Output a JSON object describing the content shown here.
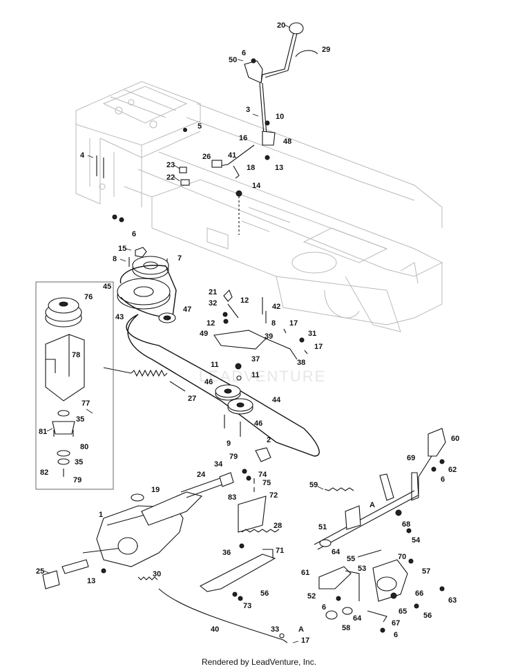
{
  "footer_text": "Rendered by LeadVenture, Inc.",
  "watermark_text": "LEADVENTURE",
  "callouts": [
    {
      "id": "c20",
      "label": "20"
    },
    {
      "id": "c29",
      "label": "29"
    },
    {
      "id": "c6a",
      "label": "6"
    },
    {
      "id": "c50",
      "label": "50"
    },
    {
      "id": "c3",
      "label": "3"
    },
    {
      "id": "c10",
      "label": "10"
    },
    {
      "id": "c5",
      "label": "5"
    },
    {
      "id": "c16",
      "label": "16"
    },
    {
      "id": "c48",
      "label": "48"
    },
    {
      "id": "c4",
      "label": "4"
    },
    {
      "id": "c26",
      "label": "26"
    },
    {
      "id": "c41",
      "label": "41"
    },
    {
      "id": "c13a",
      "label": "13"
    },
    {
      "id": "c23",
      "label": "23"
    },
    {
      "id": "c18",
      "label": "18"
    },
    {
      "id": "c22",
      "label": "22"
    },
    {
      "id": "c14",
      "label": "14"
    },
    {
      "id": "c6b",
      "label": "6"
    },
    {
      "id": "c15",
      "label": "15"
    },
    {
      "id": "c8a",
      "label": "8"
    },
    {
      "id": "c7",
      "label": "7"
    },
    {
      "id": "c45",
      "label": "45"
    },
    {
      "id": "c76",
      "label": "76"
    },
    {
      "id": "c21",
      "label": "21"
    },
    {
      "id": "c32",
      "label": "32"
    },
    {
      "id": "c12a",
      "label": "12"
    },
    {
      "id": "c42",
      "label": "42"
    },
    {
      "id": "c43",
      "label": "43"
    },
    {
      "id": "c47",
      "label": "47"
    },
    {
      "id": "c12b",
      "label": "12"
    },
    {
      "id": "c8b",
      "label": "8"
    },
    {
      "id": "c17a",
      "label": "17"
    },
    {
      "id": "c49",
      "label": "49"
    },
    {
      "id": "c39",
      "label": "39"
    },
    {
      "id": "c31",
      "label": "31"
    },
    {
      "id": "c78",
      "label": "78"
    },
    {
      "id": "c17b",
      "label": "17"
    },
    {
      "id": "c37",
      "label": "37"
    },
    {
      "id": "c38",
      "label": "38"
    },
    {
      "id": "c11a",
      "label": "11"
    },
    {
      "id": "c11b",
      "label": "11"
    },
    {
      "id": "c46a",
      "label": "46"
    },
    {
      "id": "c77",
      "label": "77"
    },
    {
      "id": "c27",
      "label": "27"
    },
    {
      "id": "c44",
      "label": "44"
    },
    {
      "id": "c35a",
      "label": "35"
    },
    {
      "id": "c46b",
      "label": "46"
    },
    {
      "id": "c81",
      "label": "81"
    },
    {
      "id": "c80",
      "label": "80"
    },
    {
      "id": "c9",
      "label": "9"
    },
    {
      "id": "c2",
      "label": "2"
    },
    {
      "id": "c60",
      "label": "60"
    },
    {
      "id": "c35b",
      "label": "35"
    },
    {
      "id": "c82",
      "label": "82"
    },
    {
      "id": "c79a",
      "label": "79"
    },
    {
      "id": "c34",
      "label": "34"
    },
    {
      "id": "c79b",
      "label": "79"
    },
    {
      "id": "c74",
      "label": "74"
    },
    {
      "id": "c69",
      "label": "69"
    },
    {
      "id": "c62",
      "label": "62"
    },
    {
      "id": "c24",
      "label": "24"
    },
    {
      "id": "c75",
      "label": "75"
    },
    {
      "id": "c6c",
      "label": "6"
    },
    {
      "id": "c83",
      "label": "83"
    },
    {
      "id": "c19",
      "label": "19"
    },
    {
      "id": "c59",
      "label": "59"
    },
    {
      "id": "c72",
      "label": "72"
    },
    {
      "id": "cA1",
      "label": "A"
    },
    {
      "id": "c1",
      "label": "1"
    },
    {
      "id": "c51",
      "label": "51"
    },
    {
      "id": "c68",
      "label": "68"
    },
    {
      "id": "c28",
      "label": "28"
    },
    {
      "id": "c54",
      "label": "54"
    },
    {
      "id": "c36",
      "label": "36"
    },
    {
      "id": "c71",
      "label": "71"
    },
    {
      "id": "c64a",
      "label": "64"
    },
    {
      "id": "c55",
      "label": "55"
    },
    {
      "id": "c70",
      "label": "70"
    },
    {
      "id": "c25",
      "label": "25"
    },
    {
      "id": "c57",
      "label": "57"
    },
    {
      "id": "c13b",
      "label": "13"
    },
    {
      "id": "c30",
      "label": "30"
    },
    {
      "id": "c61",
      "label": "61"
    },
    {
      "id": "c53",
      "label": "53"
    },
    {
      "id": "c56a",
      "label": "56"
    },
    {
      "id": "c52",
      "label": "52"
    },
    {
      "id": "c66",
      "label": "66"
    },
    {
      "id": "c63",
      "label": "63"
    },
    {
      "id": "c73",
      "label": "73"
    },
    {
      "id": "c6d",
      "label": "6"
    },
    {
      "id": "c64b",
      "label": "64"
    },
    {
      "id": "c65",
      "label": "65"
    },
    {
      "id": "c56b",
      "label": "56"
    },
    {
      "id": "c58",
      "label": "58"
    },
    {
      "id": "c67",
      "label": "67"
    },
    {
      "id": "c40",
      "label": "40"
    },
    {
      "id": "c33",
      "label": "33"
    },
    {
      "id": "cA2",
      "label": "A"
    },
    {
      "id": "c17c",
      "label": "17"
    },
    {
      "id": "c6e",
      "label": "6"
    }
  ]
}
